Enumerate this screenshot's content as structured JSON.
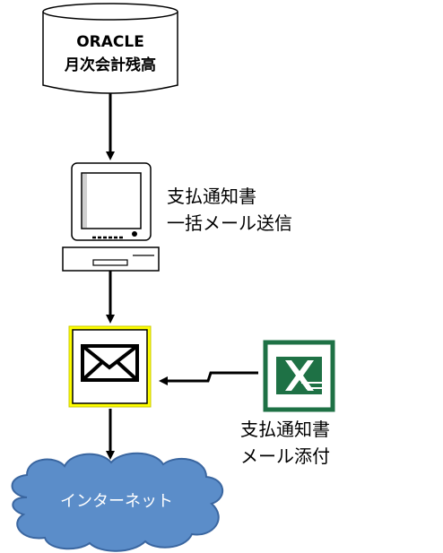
{
  "database": {
    "line1": "ORACLE",
    "line2": "月次会計残高",
    "icon": "database-cylinder-icon"
  },
  "pc": {
    "icon": "computer-icon",
    "label_line1": "支払通知書",
    "label_line2": "一括メール送信"
  },
  "mail": {
    "icon": "envelope-icon",
    "highlight_color": "#FFFF00"
  },
  "excel": {
    "icon": "excel-icon",
    "brand_color": "#1E7145",
    "label_line1": "支払通知書",
    "label_line2": "メール添付"
  },
  "cloud": {
    "label": "インターネット",
    "fill_color": "#5B8DC9",
    "stroke_color": "#3A66A0"
  }
}
